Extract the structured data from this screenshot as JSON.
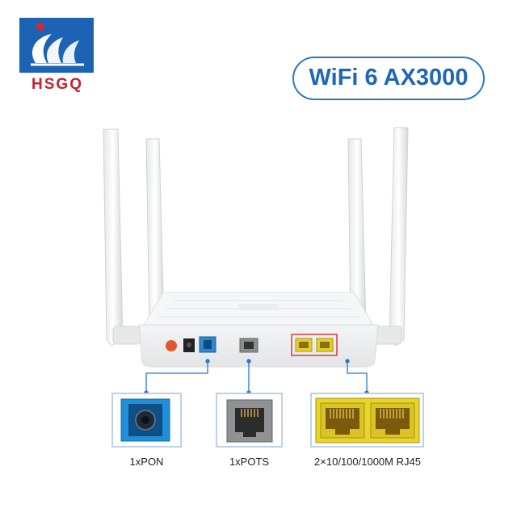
{
  "brand": {
    "name": "HSGQ"
  },
  "badge": {
    "text": "WiFi 6  AX3000"
  },
  "ports": [
    {
      "label": "1xPON",
      "icon": "pon-port-icon"
    },
    {
      "label": "1xPOTS",
      "icon": "rj11-port-icon"
    },
    {
      "label": "2×10/100/1000M RJ45",
      "icon": "rj45-port-icon"
    }
  ],
  "colors": {
    "brand_blue": "#1d63b4",
    "brand_red": "#c8202b",
    "port_yellow": "#e7d52c",
    "pon_blue": "#1e8fd8"
  }
}
